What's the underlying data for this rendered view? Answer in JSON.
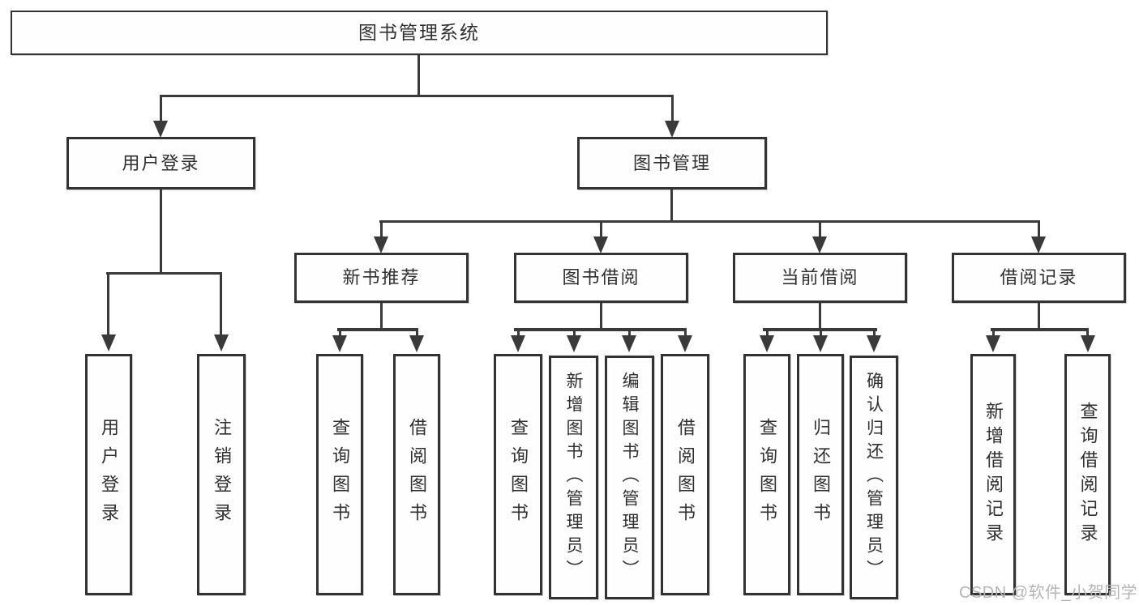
{
  "diagram": {
    "title": "图书管理系统",
    "nodes": {
      "root": {
        "label": "图书管理系统"
      },
      "user_login": {
        "label": "用户登录",
        "children": {
          "login": {
            "label": "用户登录"
          },
          "logout": {
            "label": "注销登录"
          }
        }
      },
      "book_management": {
        "label": "图书管理",
        "children": {
          "new_book_recommend": {
            "label": "新书推荐",
            "children": {
              "query_books": {
                "label": "查询图书"
              },
              "borrow_books": {
                "label": "借阅图书"
              }
            }
          },
          "book_borrow": {
            "label": "图书借阅",
            "children": {
              "query_books": {
                "label": "查询图书"
              },
              "add_books": {
                "label": "新增图书（管理员）"
              },
              "edit_books": {
                "label": "编辑图书（管理员）"
              },
              "borrow_books": {
                "label": "借阅图书"
              }
            }
          },
          "current_borrow": {
            "label": "当前借阅",
            "children": {
              "query_books": {
                "label": "查询图书"
              },
              "return_books": {
                "label": "归还图书"
              },
              "confirm_return": {
                "label": "确认归还（管理员）"
              }
            }
          },
          "borrow_records": {
            "label": "借阅记录",
            "children": {
              "add_record": {
                "label": "新增借阅记录"
              },
              "query_record": {
                "label": "查询借阅记录"
              }
            }
          }
        }
      }
    },
    "colors": {
      "background": "#ffffff",
      "box_border": "#333333",
      "connector_line": "#3a3a3a",
      "text": "#2f2f2f",
      "watermark_text": "#b5b5b5"
    }
  },
  "watermark": {
    "text": "CSDN @软件_小贺同学"
  }
}
